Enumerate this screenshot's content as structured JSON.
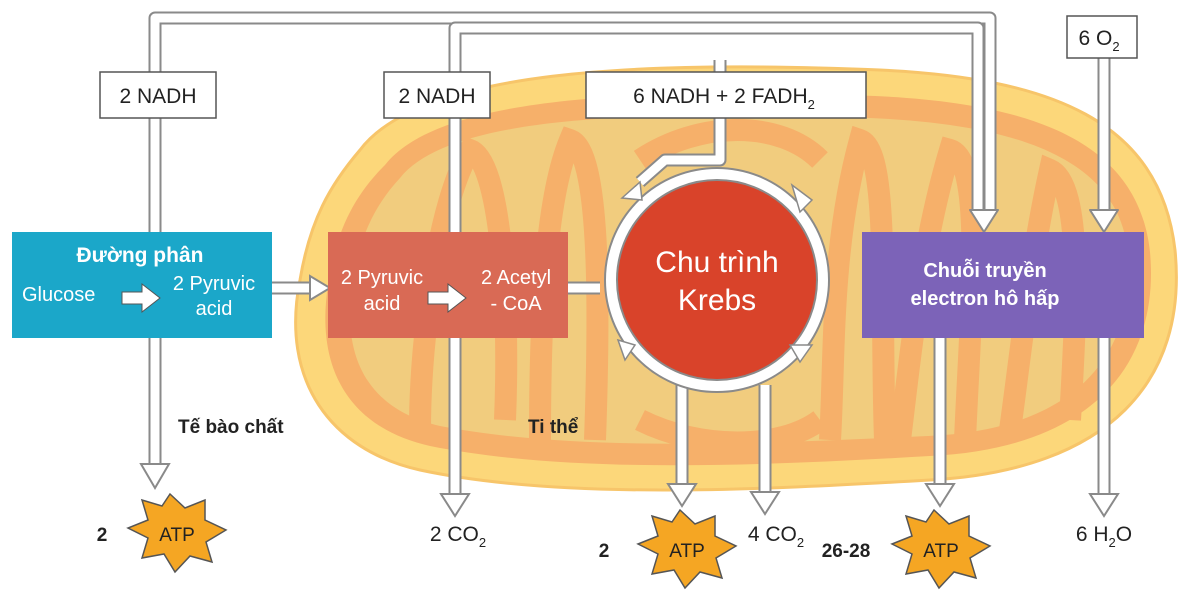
{
  "colors": {
    "glycolysis": "#1ba7c9",
    "pyruvate_box": "#d96a55",
    "krebs": "#d9432a",
    "etc": "#7c63b8",
    "atp": "#f5a623",
    "mito_outer": "#fcd77a",
    "mito_inner": "#f6b06a",
    "mito_matrix": "#f1cc7e"
  },
  "boxes": {
    "nadh_glycolysis": "2 NADH",
    "nadh_pyruvate": "2 NADH",
    "krebs_output": {
      "main": "6 NADH + 2 FADH",
      "sub": "2"
    },
    "oxygen": {
      "main": "6 O",
      "sub": "2"
    }
  },
  "glycolysis": {
    "title": "Đường phân",
    "glucose": "Glucose",
    "product_line1": "2 Pyruvic",
    "product_line2": "acid"
  },
  "pyruvate": {
    "input_line1": "2 Pyruvic",
    "input_line2": "acid",
    "output_line1": "2 Acetyl",
    "output_line2": "- CoA"
  },
  "krebs": {
    "line1": "Chu trình",
    "line2": "Krebs"
  },
  "etc": {
    "line1": "Chuỗi truyền",
    "line2": "electron hô hấp"
  },
  "regions": {
    "cytoplasm": "Tế bào chất",
    "mitochondria": "Ti thể"
  },
  "outputs": {
    "atp_glycolysis": {
      "count": "2",
      "label": "ATP"
    },
    "co2_pyruvate": {
      "main": "2 CO",
      "sub": "2"
    },
    "atp_krebs": {
      "count": "2",
      "label": "ATP"
    },
    "co2_krebs": {
      "main": "4 CO",
      "sub": "2"
    },
    "atp_etc": {
      "count": "26-28",
      "label": "ATP"
    },
    "water": {
      "main": "6 H",
      "sub": "2",
      "tail": "O"
    }
  }
}
